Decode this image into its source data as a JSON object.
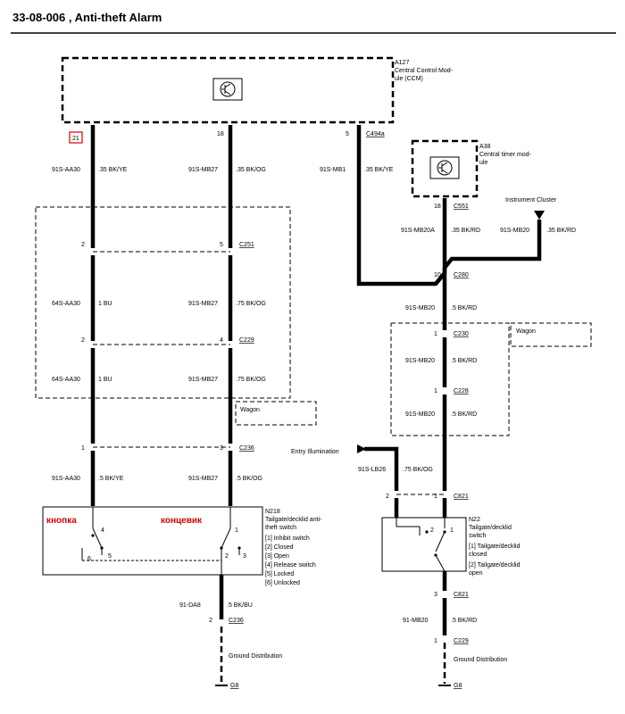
{
  "title": "33-08-006 , Anti-theft Alarm",
  "ccm": {
    "ref": "A127",
    "line1": "Central Control Mod-",
    "line2": "ule (CCM)"
  },
  "timer": {
    "ref": "A38",
    "line1": "Central timer mod-",
    "line2": "ule"
  },
  "instrument_cluster": "Instrument Cluster",
  "entry_illumination": "Entry Illumination",
  "ground_distribution_1": "Ground Distribution",
  "ground_distribution_2": "Ground Distribution",
  "wagon_1": "Wagon",
  "wagon_2": "Wagon",
  "connectors": {
    "c494a": "C494a",
    "c551": "C551",
    "c280": "C280",
    "c251": "C251",
    "c229_a": "C229",
    "c230": "C230",
    "c228": "C228",
    "c236_a": "C236",
    "c821_a": "C821",
    "c821_b": "C821",
    "c236_b": "C236",
    "c229_b": "C229",
    "g8_a": "G8",
    "g8_b": "G8"
  },
  "pins": {
    "p21": "21",
    "p18a": "18",
    "p5a": "5",
    "p18b": "18",
    "p10": "10",
    "p2a": "2",
    "p5b": "5",
    "p2b": "2",
    "p4a": "4",
    "p1a": "1",
    "p3a": "3",
    "p1b": "1",
    "p1c": "1",
    "p2c": "2",
    "p1d": "1",
    "p2d": "2",
    "p3b": "3",
    "p1e": "1",
    "sw_n18_4": "4",
    "sw_n18_6": "6",
    "sw_n18_5": "5",
    "sw_n18_2": "2",
    "sw_n18_3": "3",
    "sw_n18_1": "1",
    "sw_n22_2": "2",
    "sw_n22_1": "1"
  },
  "wires": {
    "w1_id": "91S-AA30",
    "w1_sp": ".35 BK/YE",
    "w2_id": "91S-MB27",
    "w2_sp": ".35 BK/OG",
    "w3_id": "91S-MB1",
    "w3_sp": ".35 BK/YE",
    "w4_id": "91S-MB20A",
    "w4_sp": ".35 BK/RD",
    "w5_id": "91S-MB20",
    "w5_sp": ".35 BK/RD",
    "w6_id": "64S-AA30",
    "w6_sp": "1 BU",
    "w7_id": "91S-MB27",
    "w7_sp": ".75 BK/OG",
    "w8_id": "91S-MB20",
    "w8_sp": ".5 BK/RD",
    "w9_id": "64S-AA30",
    "w9_sp": "1 BU",
    "w10_id": "91S-MB27",
    "w10_sp": ".75 BK/OG",
    "w11_id": "91S-MB20",
    "w11_sp": ".5 BK/RD",
    "w12_id": "91S-MB20",
    "w12_sp": ".5 BK/RD",
    "w13_id": "91S-LB26",
    "w13_sp": ".75 BK/OG",
    "w14_id": "91S-AA30",
    "w14_sp": ".5 BK/YE",
    "w15_id": "91S-MB27",
    "w15_sp": ".5 BK/OG",
    "w16_id": "91-DA8",
    "w16_sp": ".5 BK/BU",
    "w17_id": "91-MB20",
    "w17_sp": ".5 BK/RD"
  },
  "n18": {
    "ref": "N218",
    "lines": [
      "Tailgate/decklid anti-",
      "theft switch",
      "[1] Inhibit switch",
      "[2] Closed",
      "[3] Open",
      "[4] Release switch",
      "[5] Locked",
      "[6] Unlocked"
    ],
    "label_button": "кнопка",
    "label_limit": "концевик"
  },
  "n22": {
    "ref": "N22",
    "lines": [
      "Tailgate/decklid",
      "switch",
      "[1] Tailgate/decklid",
      "closed",
      "[2] Tailgate/decklid",
      "open"
    ]
  }
}
